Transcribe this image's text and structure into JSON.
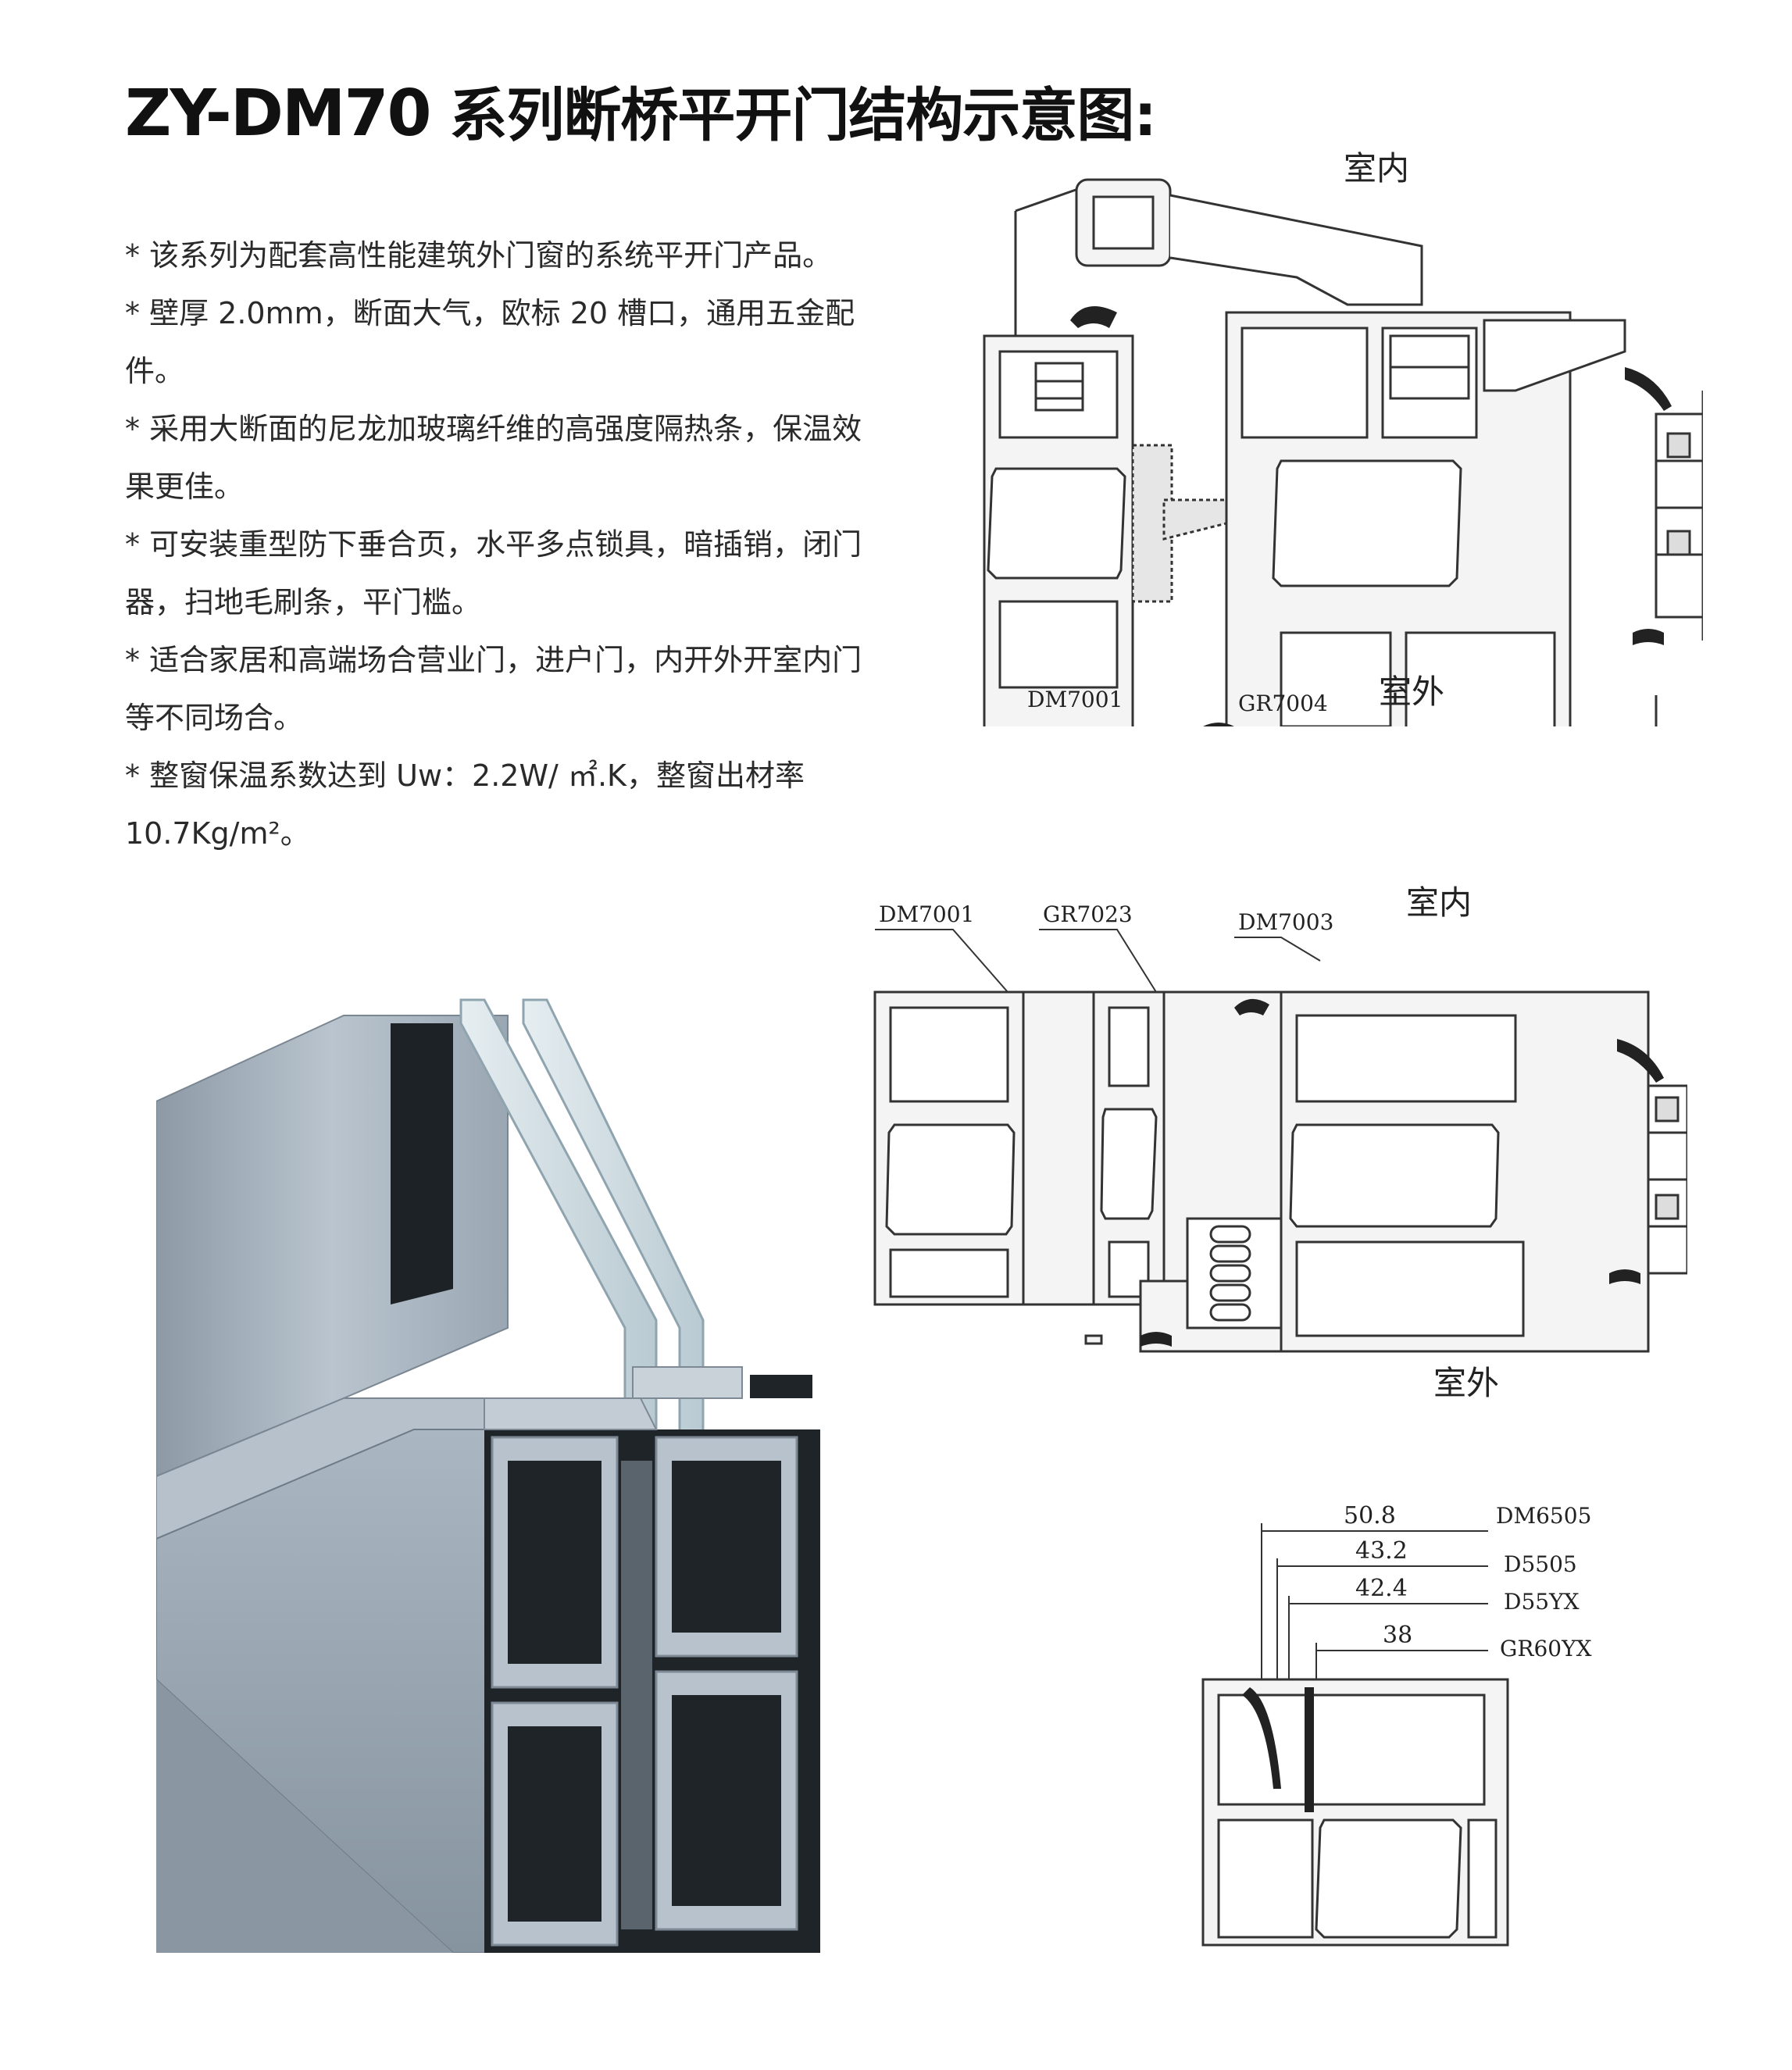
{
  "title": {
    "model": "ZY-DM70",
    "subtitle": "系列断桥平开门结构示意图:"
  },
  "features": [
    "* 该系列为配套高性能建筑外门窗的系统平开门产品。",
    "* 壁厚 2.0mm，断面大气，欧标 20 槽口，通用五金配件。",
    "* 采用大断面的尼龙加玻璃纤维的高强度隔热条，保温效果更佳。",
    "* 可安装重型防下垂合页，水平多点锁具，暗插销，闭门器，扫地毛刷条，平门槛。",
    "* 适合家居和高端场合营业门，进户门，内开外开室内门等不同场合。",
    "* 整窗保温系数达到 Uw：2.2W/ ㎡.K，整窗出材率 10.7Kg/m²。"
  ],
  "diagram1": {
    "label_indoor": "室内",
    "label_outdoor": "室外",
    "code_left": "DM7001",
    "code_right": "GR7004"
  },
  "diagram2": {
    "label_indoor": "室内",
    "label_outdoor": "室外",
    "code_1": "DM7001",
    "code_2": "GR7023",
    "code_3": "DM7003"
  },
  "diagram3": {
    "dims": [
      "50.8",
      "43.2",
      "42.4",
      "38"
    ],
    "codes": [
      "DM6505",
      "D5505",
      "D55YX",
      "GR60YX"
    ]
  },
  "colors": {
    "profile_stroke": "#333333",
    "profile_fill": "#f4f4f4",
    "aluminium": "#a9b6c2",
    "glass": "#d8e4e9",
    "gasket": "#222222"
  }
}
